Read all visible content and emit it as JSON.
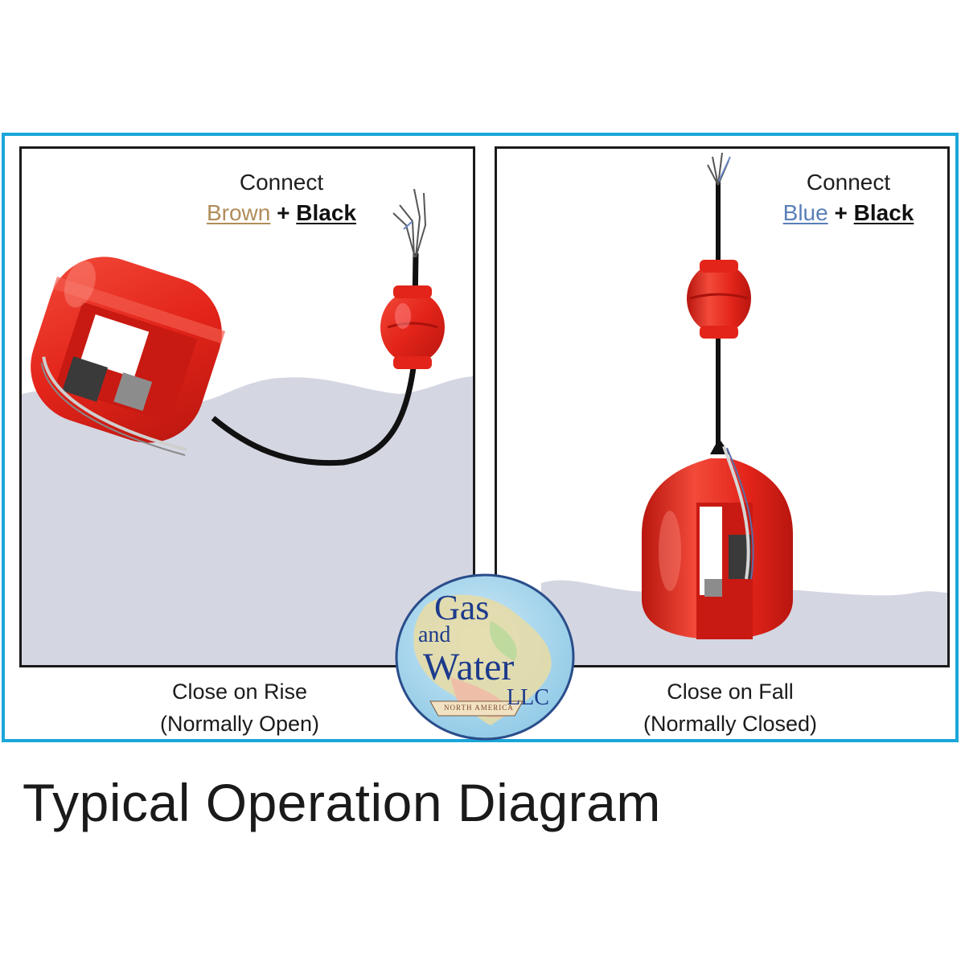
{
  "left_panel": {
    "connect_label": "Connect",
    "wire_a": "Brown",
    "plus": "+",
    "wire_b": "Black",
    "caption_line1": "Close on Rise",
    "caption_line2": "(Normally Open)"
  },
  "right_panel": {
    "connect_label": "Connect",
    "wire_a": "Blue",
    "plus": "+",
    "wire_b": "Black",
    "caption_line1": "Close on Fall",
    "caption_line2": "(Normally Closed)"
  },
  "logo": {
    "line1": "Gas",
    "line2": "and",
    "line3": "Water",
    "line4": "LLC",
    "banner": "NORTH AMERICA"
  },
  "title": "Typical Operation Diagram",
  "colors": {
    "frame": "#1aa6d9",
    "float_red": "#e8261c",
    "water": "#d4d6e2",
    "brown_wire": "#b08d5a",
    "blue_wire": "#5a7fb8"
  }
}
